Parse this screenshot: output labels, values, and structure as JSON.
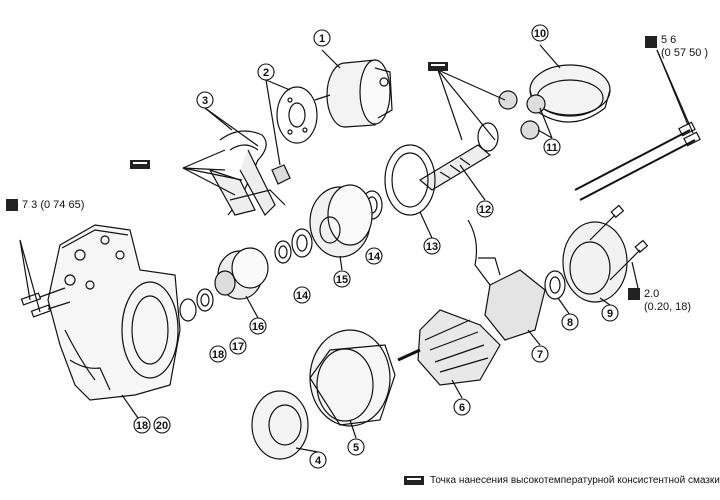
{
  "callouts": [
    "1",
    "2",
    "3",
    "4",
    "5",
    "6",
    "7",
    "8",
    "9",
    "10",
    "11",
    "12",
    "13",
    "14",
    "14",
    "15",
    "16",
    "17",
    "18",
    "18",
    "20"
  ],
  "torque": {
    "t1": "7 3 (0 74  65)",
    "t2_line1": "5 6",
    "t2_line2": "(0 57  50 )",
    "t3_line1": "2.0",
    "t3_line2": "(0.20, 18)"
  },
  "legend": {
    "text": "Точка нанесения высокотемпературной консистентной смазки"
  },
  "icons": {
    "torque": "wrench-icon",
    "grease": "grease-point-icon"
  },
  "colors": {
    "ink": "#111111",
    "paper": "#ffffff"
  }
}
